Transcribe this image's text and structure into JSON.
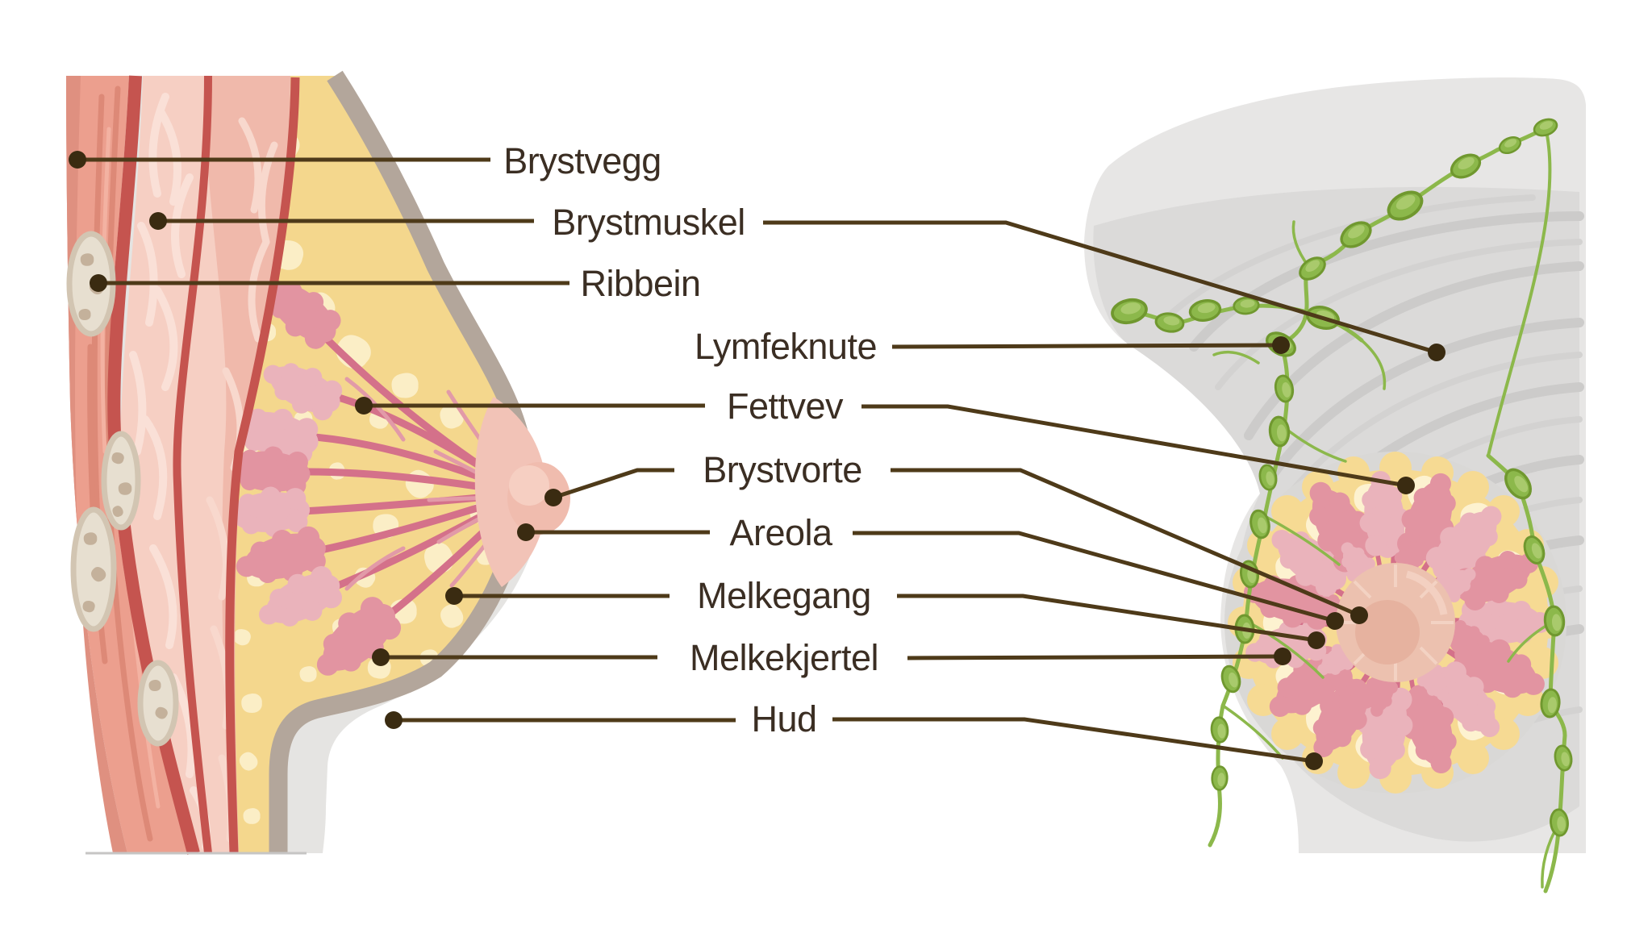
{
  "diagram": {
    "description": "Anatomical diagram of the female breast, side cross-section (left) and frontal view with lymph nodes (right)",
    "language": "Norwegian",
    "labels": [
      {
        "id": "brystvegg",
        "text": "Brystvegg"
      },
      {
        "id": "brystmuskel",
        "text": "Brystmuskel"
      },
      {
        "id": "ribbein",
        "text": "Ribbein"
      },
      {
        "id": "lymfeknute",
        "text": "Lymfeknute"
      },
      {
        "id": "fettvev",
        "text": "Fettvev"
      },
      {
        "id": "brystvorte",
        "text": "Brystvorte"
      },
      {
        "id": "areola",
        "text": "Areola"
      },
      {
        "id": "melkegang",
        "text": "Melkegang"
      },
      {
        "id": "melkekjertel",
        "text": "Melkekjertel"
      },
      {
        "id": "hud",
        "text": "Hud"
      }
    ],
    "colors": {
      "label_text": "#3b2e23",
      "callout_line": "#4e3a19",
      "callout_dot": "#3a2b11",
      "muscle_salmon": "#ec9f8e",
      "muscle_dark_red": "#c5544f",
      "fascia_pink": "#f6cfc3",
      "fat_yellow": "#f4d78d",
      "fat_lobule_cream": "#fbeec6",
      "gland_pink_dark": "#e294a1",
      "gland_pink_light": "#eab3bb",
      "duct_pink": "#d4718a",
      "nipple_pink": "#f0bcae",
      "skin_taupe": "#b3a69b",
      "body_gray": "#e5e4e2",
      "pectoral_gray": "#dbdad9",
      "lymph_green": "#8cb84b",
      "rib_beige": "#e7dfd0"
    }
  }
}
